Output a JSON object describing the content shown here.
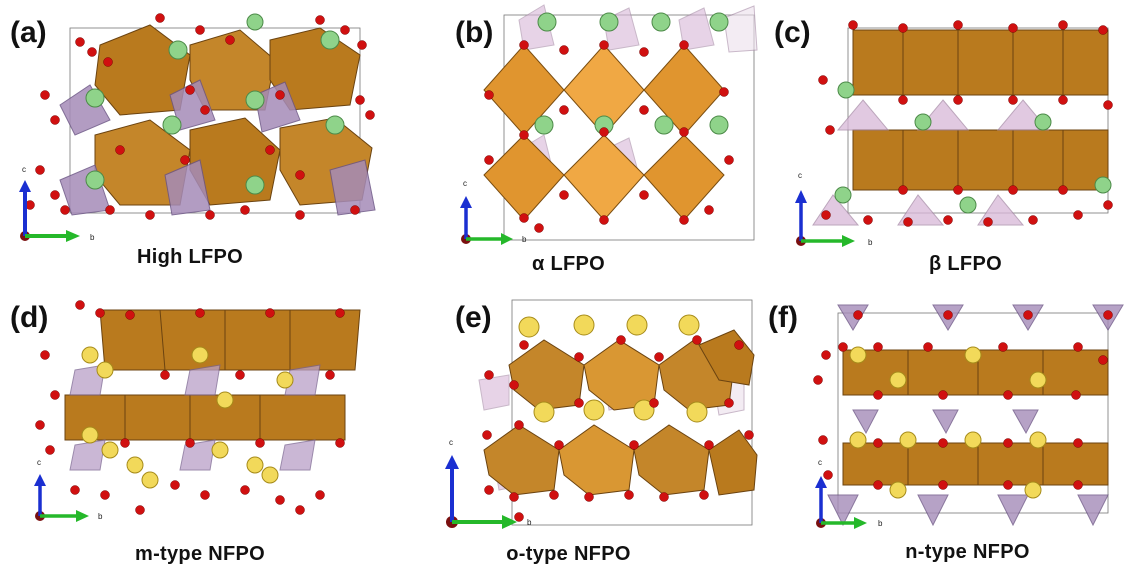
{
  "panels": [
    {
      "tag": "(a)",
      "caption": "High LFPO",
      "axes": {
        "vertical": "c",
        "horizontal": "b"
      },
      "alkali_color": "#8fd38a"
    },
    {
      "tag": "(b)",
      "caption": "α LFPO",
      "axes": {
        "vertical": "c",
        "horizontal": "b"
      },
      "alkali_color": "#8fd38a"
    },
    {
      "tag": "(c)",
      "caption": "β LFPO",
      "axes": {
        "vertical": "c",
        "horizontal": "b"
      },
      "alkali_color": "#8fd38a"
    },
    {
      "tag": "(d)",
      "caption": "m-type  NFPO",
      "axes": {
        "vertical": "c",
        "horizontal": "b"
      },
      "alkali_color": "#f2d95a"
    },
    {
      "tag": "(e)",
      "caption": "o-type NFPO",
      "axes": {
        "vertical": "c",
        "horizontal": "b"
      },
      "alkali_color": "#f2d95a"
    },
    {
      "tag": "(f)",
      "caption": "n-type  NFPO",
      "axes": {
        "vertical": "c",
        "horizontal": "b"
      },
      "alkali_color": "#f2d95a"
    }
  ],
  "colors": {
    "fe_octahedron": "#b97a1e",
    "p_tetrahedron": "#a58bb8",
    "oxygen": "#d01010",
    "axis_c": "#1a2fd1",
    "axis_b": "#25b82a"
  }
}
